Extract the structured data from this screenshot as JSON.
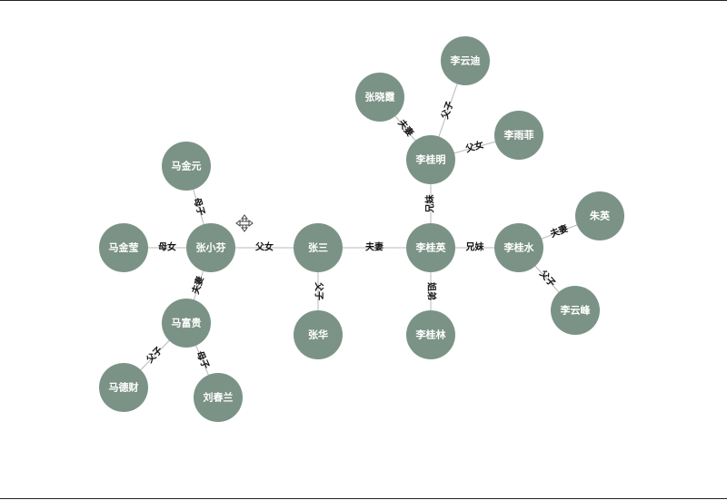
{
  "icons": {
    "drag_handle": "move-cursor-icon"
  },
  "colors": {
    "node_fill": "#7b9387",
    "node_text": "#ffffff",
    "edge": "#b8b8b8",
    "edge_label": "#111111"
  },
  "nodes": [
    {
      "id": "zhangsan",
      "label": "张三"
    },
    {
      "id": "zhangxiaofen",
      "label": "张小芬"
    },
    {
      "id": "zhanghua",
      "label": "张华"
    },
    {
      "id": "majinyuan",
      "label": "马金元"
    },
    {
      "id": "majinying",
      "label": "马金莹"
    },
    {
      "id": "mafugui",
      "label": "马富贵"
    },
    {
      "id": "madecai",
      "label": "马德财"
    },
    {
      "id": "liuchunlan",
      "label": "刘春兰"
    },
    {
      "id": "liguiying",
      "label": "李桂英"
    },
    {
      "id": "liguiming",
      "label": "李桂明"
    },
    {
      "id": "liguilin",
      "label": "李桂林"
    },
    {
      "id": "liguishui",
      "label": "李桂水"
    },
    {
      "id": "zhangxiaoxia",
      "label": "张晓霞"
    },
    {
      "id": "liyundi",
      "label": "李云迪"
    },
    {
      "id": "liyufei",
      "label": "李雨菲"
    },
    {
      "id": "zhuying",
      "label": "朱英"
    },
    {
      "id": "liyunfeng",
      "label": "李云峰"
    }
  ],
  "edges": [
    {
      "from": "zhangxiaofen",
      "to": "zhangsan",
      "label": "父女"
    },
    {
      "from": "zhangsan",
      "to": "liguiying",
      "label": "夫妻"
    },
    {
      "from": "zhangsan",
      "to": "zhanghua",
      "label": "父子"
    },
    {
      "from": "zhangxiaofen",
      "to": "majinyuan",
      "label": "母子"
    },
    {
      "from": "zhangxiaofen",
      "to": "majinying",
      "label": "母女"
    },
    {
      "from": "zhangxiaofen",
      "to": "mafugui",
      "label": "夫妻"
    },
    {
      "from": "mafugui",
      "to": "madecai",
      "label": "父子"
    },
    {
      "from": "mafugui",
      "to": "liuchunlan",
      "label": "母子"
    },
    {
      "from": "liguiying",
      "to": "liguiming",
      "label": "兄妹"
    },
    {
      "from": "liguiying",
      "to": "liguilin",
      "label": "姐弟"
    },
    {
      "from": "liguiying",
      "to": "liguishui",
      "label": "兄妹"
    },
    {
      "from": "liguiming",
      "to": "zhangxiaoxia",
      "label": "夫妻"
    },
    {
      "from": "liguiming",
      "to": "liyundi",
      "label": "父子"
    },
    {
      "from": "liguiming",
      "to": "liyufei",
      "label": "父女"
    },
    {
      "from": "liguishui",
      "to": "zhuying",
      "label": "夫妻"
    },
    {
      "from": "liguishui",
      "to": "liyunfeng",
      "label": "父子"
    }
  ]
}
